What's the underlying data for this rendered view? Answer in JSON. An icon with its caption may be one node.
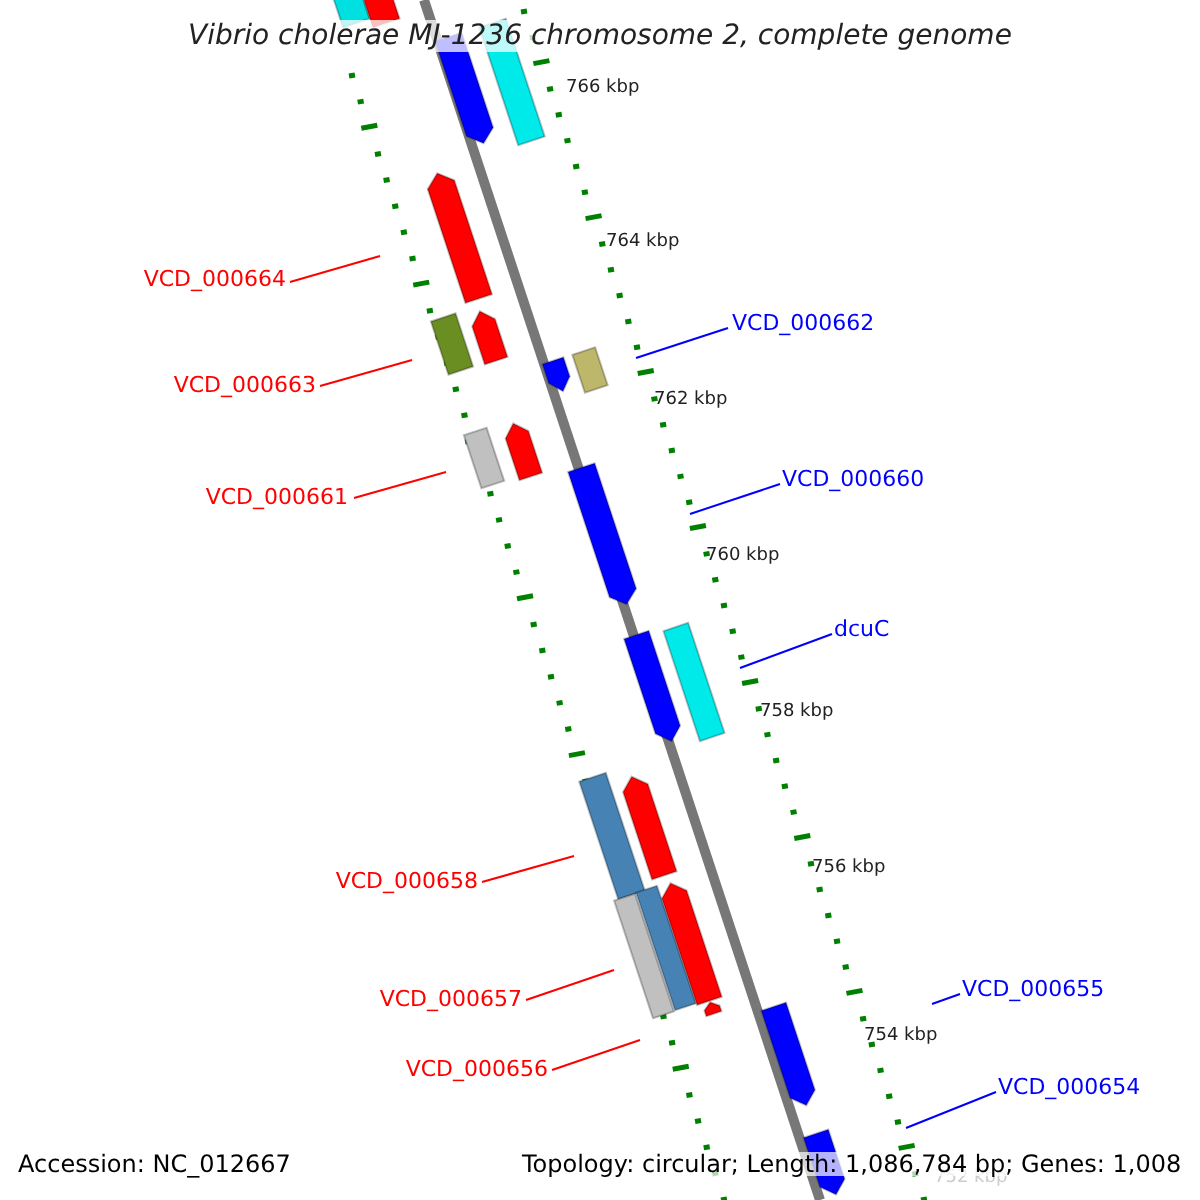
{
  "diagram": {
    "title": "Vibrio cholerae MJ-1236 chromosome 2, complete genome",
    "nodes": [
      {
        "text": [
          "VCD_000664"
        ]
      },
      {
        "text": [
          "VCD_000662"
        ]
      },
      {
        "text": [
          "VCD_000663"
        ]
      },
      {
        "text": [
          "VCD_000661"
        ]
      },
      {
        "text": [
          "VCD_000660"
        ]
      },
      {
        "text": [
          "dcuC"
        ]
      },
      {
        "text": [
          "VCD_000658"
        ]
      },
      {
        "text": [
          "VCD_000657"
        ]
      },
      {
        "text": [
          "VCD_000655"
        ]
      },
      {
        "text": [
          "VCD_000656"
        ]
      },
      {
        "text": [
          "VCD_000654"
        ]
      }
    ],
    "edges": [
      {
        "from": 0,
        "to": null,
        "arrow": "none"
      },
      {
        "from": 1,
        "to": null,
        "arrow": "none",
        "color": "#0000ff"
      },
      {
        "from": 2,
        "to": null,
        "arrow": "none"
      },
      {
        "from": 3,
        "to": null,
        "arrow": "none"
      },
      {
        "from": 4,
        "to": null,
        "arrow": "none",
        "color": "#0000ff"
      },
      {
        "from": 5,
        "to": null,
        "arrow": "none",
        "color": "#0000ff"
      },
      {
        "from": 6,
        "to": null,
        "arrow": "none"
      },
      {
        "from": 7,
        "to": null,
        "arrow": "none"
      },
      {
        "from": 8,
        "to": null,
        "arrow": "none",
        "color": "#0000ff"
      },
      {
        "from": 9,
        "to": null,
        "arrow": "none"
      },
      {
        "from": 10,
        "to": null,
        "arrow": "none",
        "color": "#0000ff"
      }
    ],
    "labels": [
      "766 kbp",
      "764 kbp",
      "762 kbp",
      "760 kbp",
      "758 kbp",
      "756 kbp",
      "754 kbp",
      "752 kbp",
      "Accession: NC_012667",
      "Topology: circular; Length: 1,086,784 bp; Genes: 1,008"
    ]
  }
}
